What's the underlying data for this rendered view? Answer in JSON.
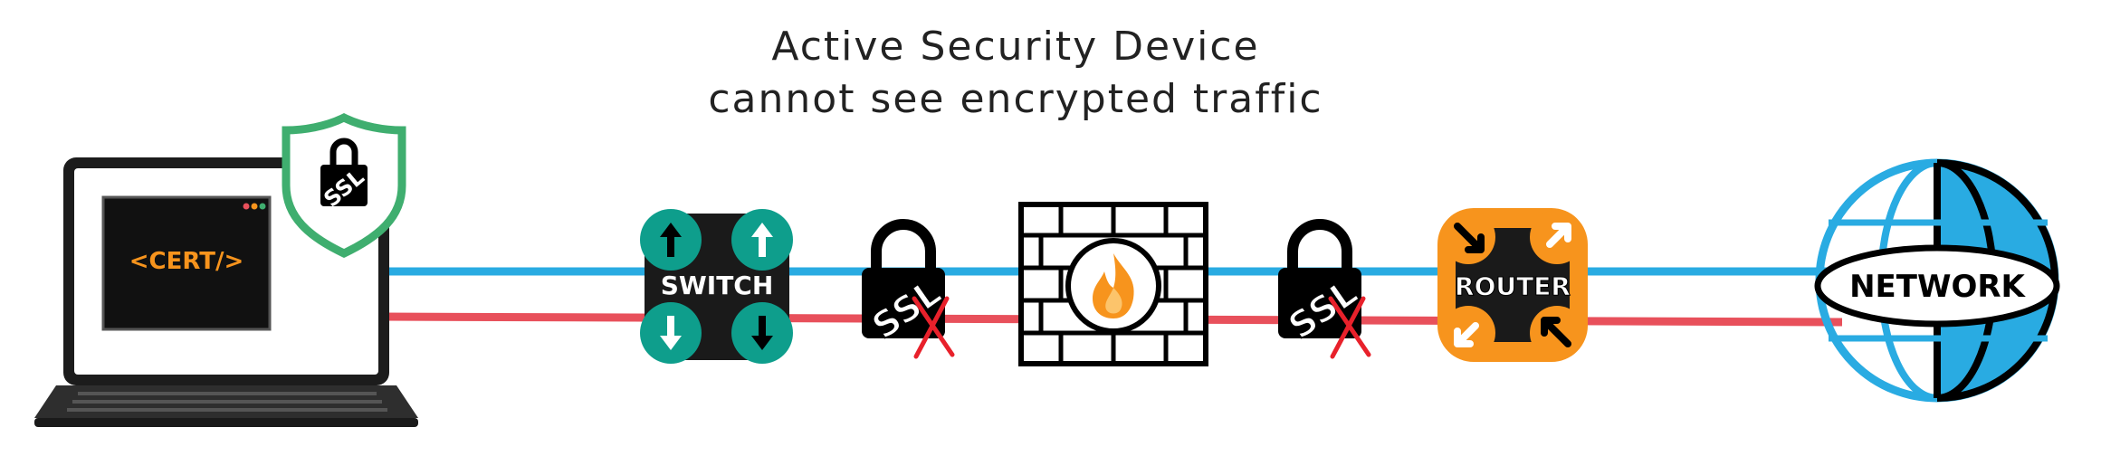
{
  "title": {
    "line1": "Active Security Device",
    "line2": "cannot see encrypted traffic"
  },
  "laptop": {
    "screen_label": "<CERT/>",
    "shield_label": "SSL"
  },
  "switch": {
    "label": "SWITCH"
  },
  "lock_left": {
    "label": "SSL"
  },
  "lock_right": {
    "label": "SSL"
  },
  "router": {
    "label": "ROUTER"
  },
  "network": {
    "label": "NETWORK"
  },
  "colors": {
    "blue_line": "#29abe2",
    "red_line": "#e8505b",
    "teal": "#0e9e8c",
    "orange": "#f7941d",
    "shield_green": "#3fae6f",
    "cert_orange": "#f7941d",
    "x_red": "#e8212b",
    "globe_blue": "#29abe2"
  }
}
